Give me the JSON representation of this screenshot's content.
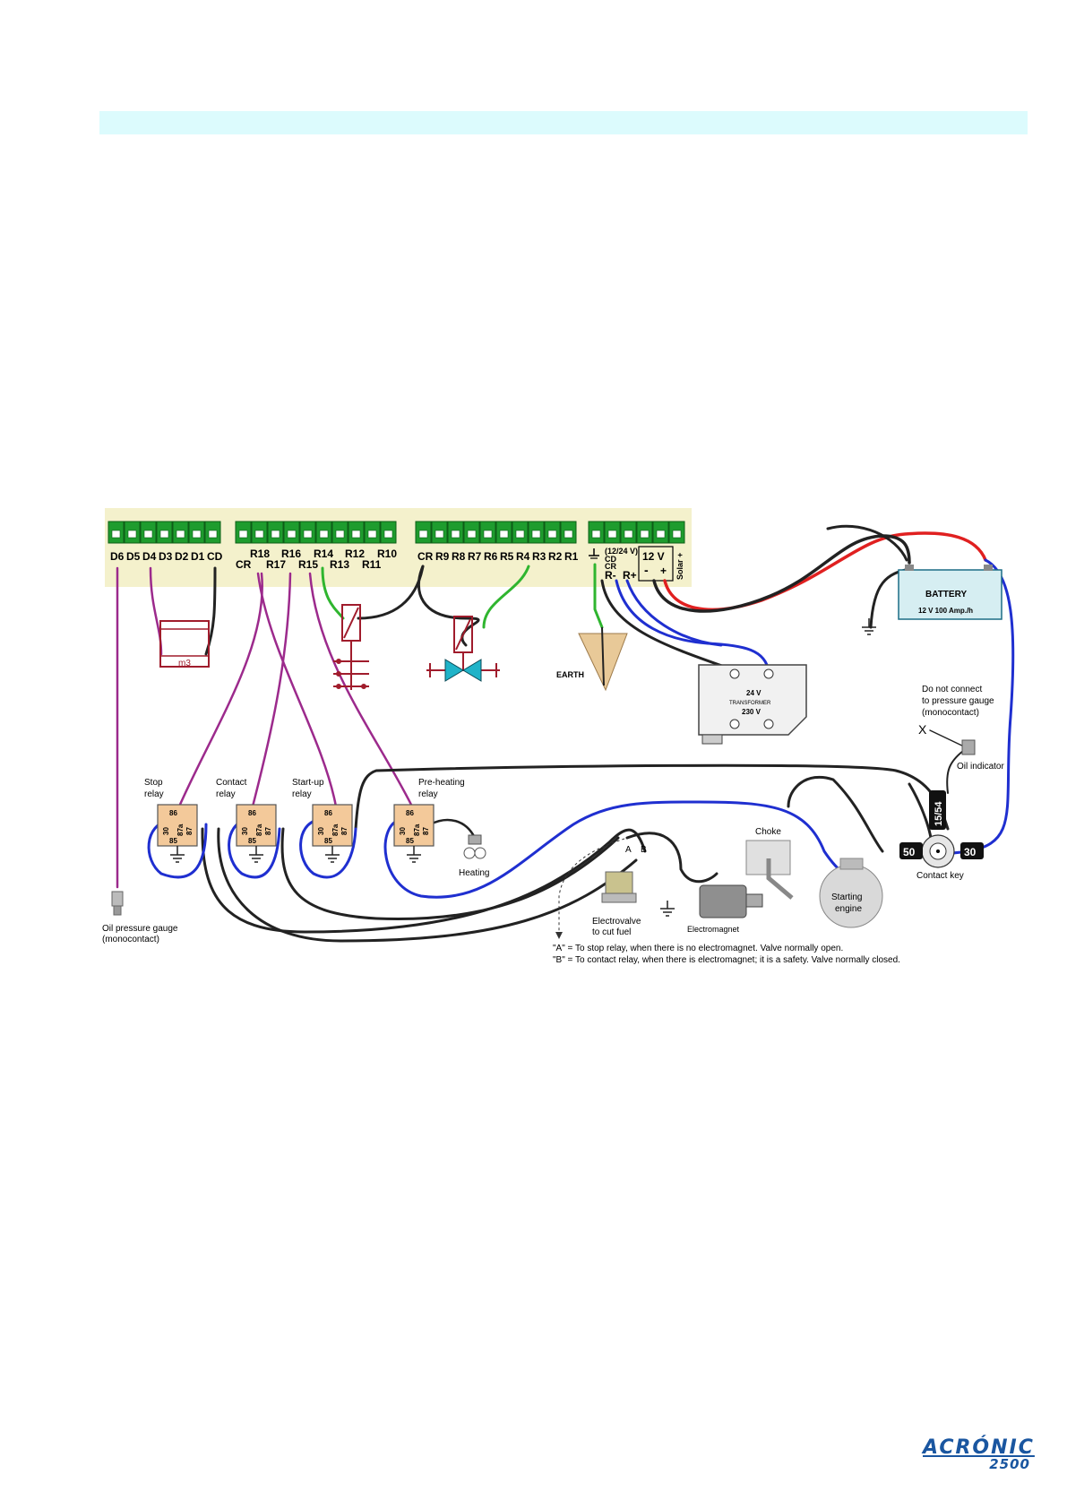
{
  "terminals": {
    "d_group": [
      "D6",
      "D5",
      "D4",
      "D3",
      "D2",
      "D1",
      "CD"
    ],
    "r_upper": [
      "R18",
      "R16",
      "R14",
      "R12",
      "R10"
    ],
    "r_lower": [
      "CR",
      "R17",
      "R15",
      "R13",
      "R11"
    ],
    "cr_group": [
      "CR",
      "R9",
      "R8",
      "R7",
      "R6",
      "R5",
      "R4",
      "R3",
      "R2",
      "R1"
    ],
    "power_small_1": "(12/24 V)",
    "power_small_2": "CD",
    "power_small_3": "CR",
    "power_rminus": "R-",
    "power_rplus": "R+",
    "volt": "12 V",
    "minus": "-",
    "plus": "+",
    "solar": "Solar +"
  },
  "components": {
    "meter": "m3",
    "earth": "EARTH",
    "battery_title": "BATTERY",
    "battery_spec": "12 V   100 Amp./h",
    "transformer_top": "24 V",
    "transformer_mid": "TRANSFORMER",
    "transformer_bottom": "230 V",
    "do_not_connect_1": "Do not connect",
    "do_not_connect_2": "to pressure gauge",
    "do_not_connect_3": "(monocontact)",
    "x_mark": "X",
    "oil_indicator": "Oil indicator",
    "stop_relay_1": "Stop",
    "stop_relay_2": "relay",
    "contact_relay_1": "Contact",
    "contact_relay_2": "relay",
    "startup_relay_1": "Start-up",
    "startup_relay_2": "relay",
    "preheat_relay_1": "Pre-heating",
    "preheat_relay_2": "relay",
    "relay_86": "86",
    "relay_85": "85",
    "relay_30": "30",
    "relay_87": "87",
    "relay_87a": "87a",
    "heating": "Heating",
    "choke": "Choke",
    "key_50": "50",
    "key_30": "30",
    "key_1554": "15/54",
    "contact_key": "Contact key",
    "starting_engine_1": "Starting",
    "starting_engine_2": "engine",
    "electrovalve_1": "Electrovalve",
    "electrovalve_2": "to cut fuel",
    "electromagnet": "Electromagnet",
    "label_a": "A",
    "label_b": "B",
    "oil_gauge_1": "Oil pressure gauge",
    "oil_gauge_2": "(monocontact)"
  },
  "notes": {
    "note_a": "\"A\" = To stop relay, when there is no electromagnet. Valve normally open.",
    "note_b": "\"B\" = To contact relay, when there is electromagnet; it is a safety. Valve normally closed."
  },
  "logo": {
    "line1": "ACRÓNIC",
    "line2": "2500"
  },
  "colors": {
    "band": "#dcfbfd",
    "terminal_bg": "#f4f1cc",
    "terminal_green": "#1e9c2e",
    "relay_fill": "#f3c99a",
    "wire_red": "#e02020",
    "wire_blue": "#1f2fd0",
    "wire_green": "#2fb52f",
    "wire_purple": "#9c2a8c",
    "wire_black": "#222222",
    "symbol_red": "#a01c2c",
    "logo": "#1a56a0"
  }
}
